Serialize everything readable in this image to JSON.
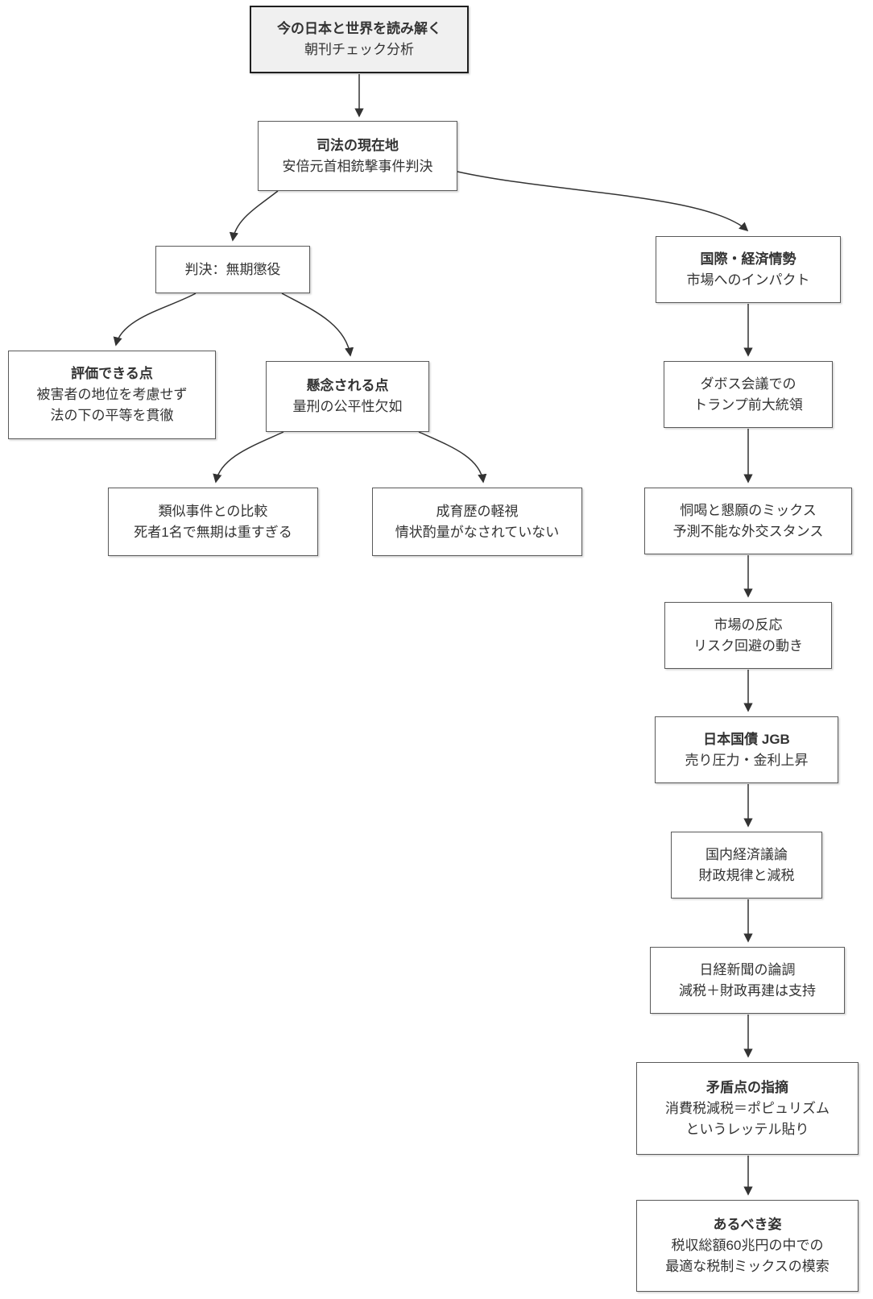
{
  "diagram_type": "flowchart",
  "colors": {
    "node_fill": "#ffffff",
    "node_border": "#5a5a5a",
    "root_fill": "#f0f0f0",
    "root_border": "#1f1f1f",
    "edge": "#333333",
    "text": "#333333"
  },
  "nodes": {
    "root": {
      "title": "今の日本と世界を読み解く",
      "subtitle": "朝刊チェック分析"
    },
    "judiciary": {
      "title": "司法の現在地",
      "subtitle": "安倍元首相銃撃事件判決"
    },
    "verdict": {
      "title": "判決：無期懲役"
    },
    "positive": {
      "title": "評価できる点",
      "line1": "被害者の地位を考慮せず",
      "line2": "法の下の平等を貫徹"
    },
    "concern": {
      "title": "懸念される点",
      "subtitle": "量刑の公平性欠如"
    },
    "comparison": {
      "line1": "類似事件との比較",
      "line2": "死者1名で無期は重すぎる"
    },
    "upbringing": {
      "line1": "成育歴の軽視",
      "line2": "情状酌量がなされていない"
    },
    "intl": {
      "title": "国際・経済情勢",
      "subtitle": "市場へのインパクト"
    },
    "davos": {
      "line1": "ダボス会議での",
      "line2": "トランプ前大統領"
    },
    "mix": {
      "line1": "恫喝と懇願のミックス",
      "line2": "予測不能な外交スタンス"
    },
    "market": {
      "line1": "市場の反応",
      "line2": "リスク回避の動き"
    },
    "jgb": {
      "title": "日本国債 JGB",
      "subtitle": "売り圧力・金利上昇"
    },
    "domestic": {
      "line1": "国内経済議論",
      "line2": "財政規律と減税"
    },
    "nikkei": {
      "line1": "日経新聞の論調",
      "line2": "減税＋財政再建は支持"
    },
    "contradiction": {
      "title": "矛盾点の指摘",
      "line1": "消費税減税＝ポピュリズム",
      "line2": "というレッテル貼り"
    },
    "ideal": {
      "title": "あるべき姿",
      "line1": "税収総額60兆円の中での",
      "line2": "最適な税制ミックスの模索"
    }
  },
  "edges": [
    {
      "from": "root",
      "to": "judiciary"
    },
    {
      "from": "judiciary",
      "to": "verdict"
    },
    {
      "from": "judiciary",
      "to": "intl"
    },
    {
      "from": "verdict",
      "to": "positive"
    },
    {
      "from": "verdict",
      "to": "concern"
    },
    {
      "from": "concern",
      "to": "comparison"
    },
    {
      "from": "concern",
      "to": "upbringing"
    },
    {
      "from": "intl",
      "to": "davos"
    },
    {
      "from": "davos",
      "to": "mix"
    },
    {
      "from": "mix",
      "to": "market"
    },
    {
      "from": "market",
      "to": "jgb"
    },
    {
      "from": "jgb",
      "to": "domestic"
    },
    {
      "from": "domestic",
      "to": "nikkei"
    },
    {
      "from": "nikkei",
      "to": "contradiction"
    },
    {
      "from": "contradiction",
      "to": "ideal"
    }
  ]
}
